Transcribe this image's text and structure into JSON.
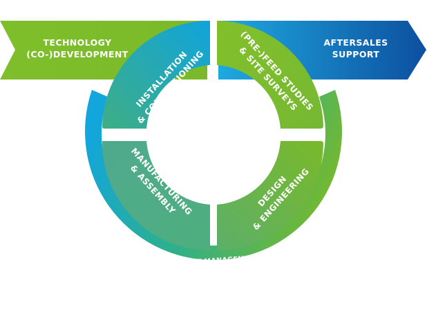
{
  "left_banner": {
    "line1": "TECHNOLOGY",
    "line2": "(CO-)DEVELOPMENT"
  },
  "right_banner": {
    "line1": "AFTERSALES",
    "line2": "SUPPORT"
  },
  "segments": {
    "top_left": {
      "line1": "INSTALLATION",
      "line2": "& COMMISSIONING"
    },
    "top_right": {
      "line1": "(PRE-)FEED STUDIES",
      "line2": "& SITE SURVEYS"
    },
    "bottom_left": {
      "line1": "MANUFACTURING",
      "line2": "& ASSEMBLY"
    },
    "bottom_right": {
      "line1": "DESIGN",
      "line2": "& ENGINEERING"
    }
  },
  "outer_ring": {
    "label": "PROJECT MANAGEMENT"
  },
  "colors": {
    "green": "#7ab929",
    "teal": "#3aaa8f",
    "blue": "#0d5fa8",
    "cyan": "#10a6da"
  }
}
